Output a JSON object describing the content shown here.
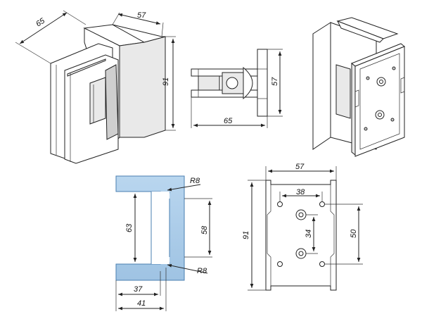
{
  "views": {
    "iso_left": {
      "dim_depth": "65",
      "dim_width": "57",
      "dim_height": "91"
    },
    "side": {
      "dim_height": "57",
      "dim_length": "65"
    },
    "iso_right": {},
    "cutout": {
      "radius_top": "R8",
      "radius_bottom": "R8",
      "dim_slot_height": "63",
      "dim_edge_height": "58",
      "dim_inner_width": "37",
      "dim_total_width": "41",
      "fill_color": "#a9cbe8"
    },
    "plate": {
      "dim_width": "57",
      "dim_height": "91",
      "dim_hole_spacing_x": "38",
      "dim_center_spacing": "34",
      "dim_hole_spacing_y": "50"
    }
  }
}
